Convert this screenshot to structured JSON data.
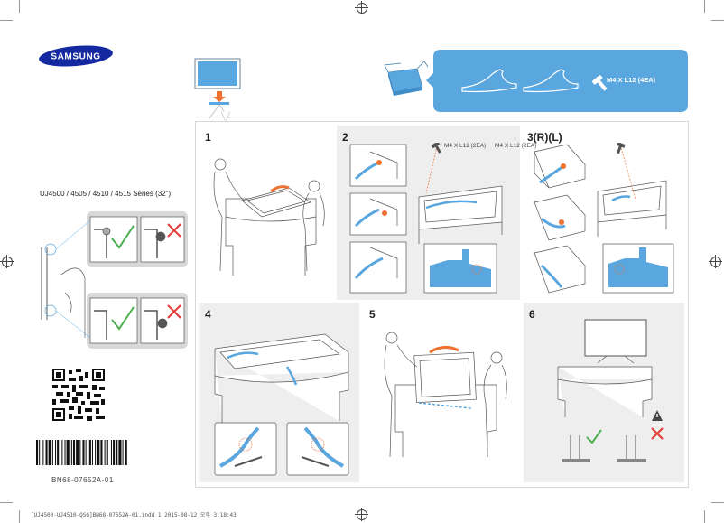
{
  "brand": {
    "logo_text": "SAMSUNG",
    "logo_color": "#1428a0"
  },
  "series_title": "UJ4500 / 4505 / 4510 / 4515 Series (32\")",
  "parts_banner": {
    "screw_label": "M4 X L12 (4EA)",
    "banner_color": "#5aa6de"
  },
  "steps": [
    {
      "number": "1"
    },
    {
      "number": "2",
      "screw_note": "M4 X L12 (2EA)"
    },
    {
      "number": "3(R)(L)",
      "screw_note": "M4 X L12 (2EA)"
    },
    {
      "number": "4"
    },
    {
      "number": "5"
    },
    {
      "number": "6"
    }
  ],
  "document_code": "BN68-07652A-01",
  "footer_slug": "[UJ4500-UJ4510-QSG]BN68-07652A-01.indd   1   2015-08-12   오후 3:18:43",
  "colors": {
    "accent_blue": "#5aa6de",
    "check_green": "#4caf50",
    "cross_red": "#e53935",
    "orange": "#f07030"
  },
  "icons": [
    "registration-mark",
    "check-icon",
    "cross-icon",
    "warning-icon",
    "screw-icon",
    "qr-code",
    "barcode"
  ]
}
